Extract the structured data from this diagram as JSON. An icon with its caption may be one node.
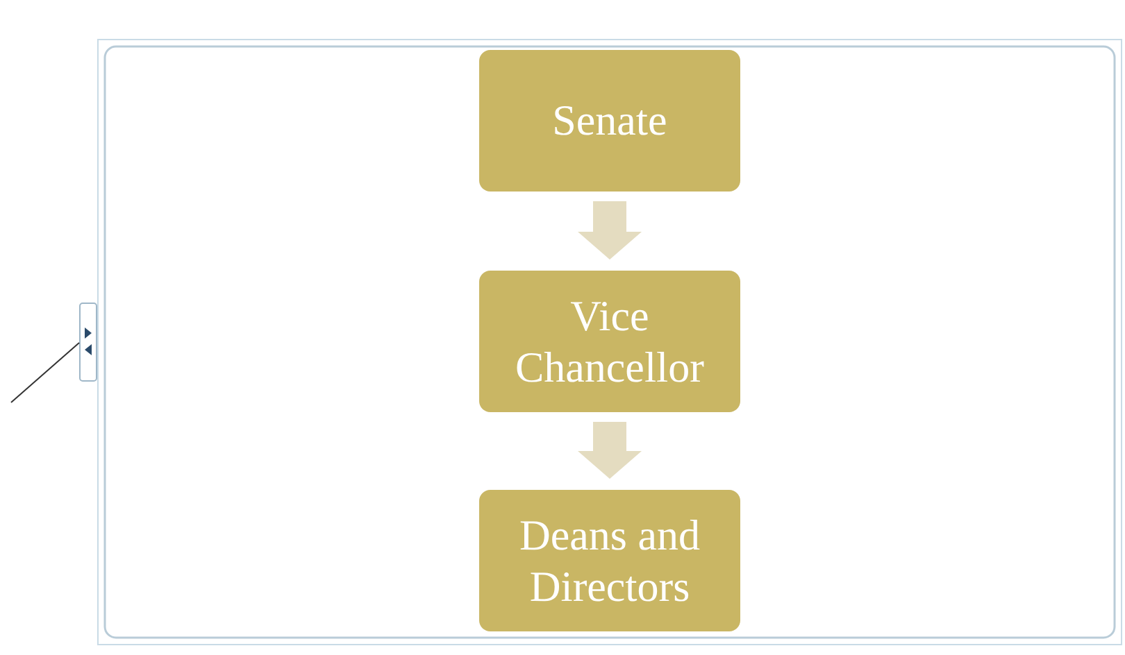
{
  "diagram": {
    "nodes": [
      {
        "text": [
          "Senate"
        ]
      },
      {
        "text": [
          "Vice Chancellor"
        ]
      },
      {
        "text": [
          "Deans and Directors"
        ]
      }
    ],
    "edges": [
      {
        "from": 0,
        "to": 1,
        "arrow": "to"
      },
      {
        "from": 1,
        "to": 2,
        "arrow": "to"
      }
    ]
  }
}
